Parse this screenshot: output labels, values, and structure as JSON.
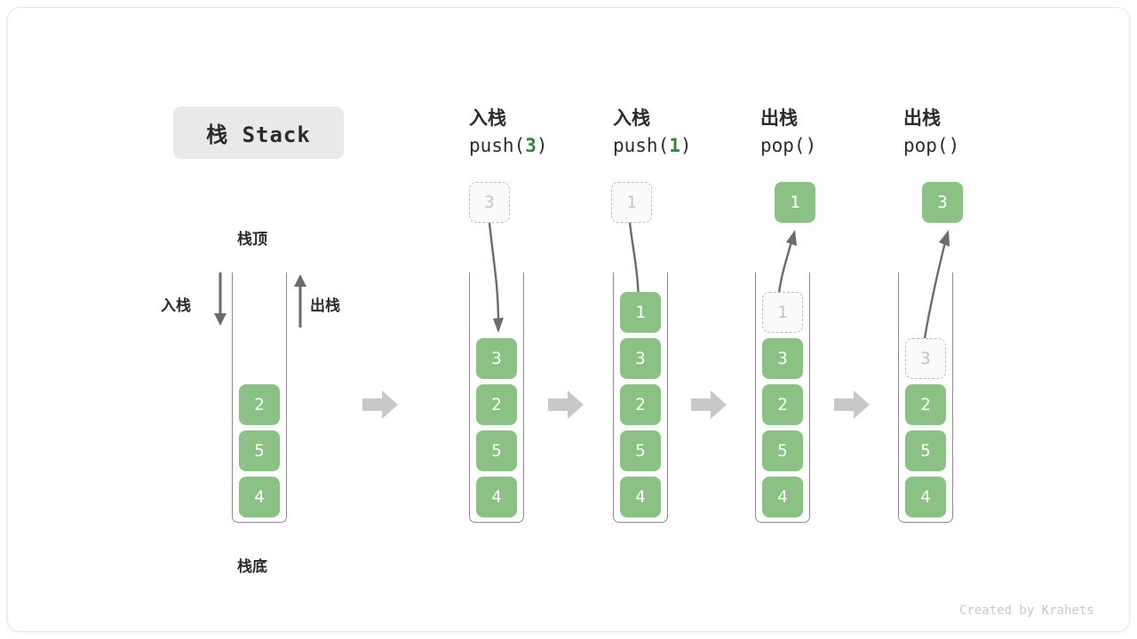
{
  "title": {
    "text": "栈 Stack"
  },
  "footer": {
    "credit": "Created by Krahets"
  },
  "colors": {
    "cell_fill": "#8cc185",
    "accent_green": "#2e8540",
    "ghost_border": "#bdbdbd",
    "wall": "#8a8a8a",
    "arrow": "#6e6a69",
    "block_arrow": "#c8c8c8",
    "badge_bg": "#e9e9e9"
  },
  "legend": {
    "top_label": "栈顶",
    "bottom_label": "栈底",
    "push_label": "入栈",
    "pop_label": "出栈"
  },
  "columns": [
    {
      "id": "initial",
      "header_cjk": "",
      "header_code": "",
      "stack": [
        "2",
        "5",
        "4"
      ],
      "ghost_top": null,
      "external": null
    },
    {
      "id": "push-3",
      "header_cjk": "入栈",
      "header_code_prefix": "push(",
      "header_code_value": "3",
      "header_code_suffix": ")",
      "stack": [
        "3",
        "2",
        "5",
        "4"
      ],
      "external": {
        "value": "3",
        "style": "ghost",
        "direction": "in"
      }
    },
    {
      "id": "push-1",
      "header_cjk": "入栈",
      "header_code_prefix": "push(",
      "header_code_value": "1",
      "header_code_suffix": ")",
      "stack": [
        "1",
        "3",
        "2",
        "5",
        "4"
      ],
      "external": {
        "value": "1",
        "style": "ghost",
        "direction": "in"
      }
    },
    {
      "id": "pop-1",
      "header_cjk": "出栈",
      "header_code_prefix": "pop(",
      "header_code_value": "",
      "header_code_suffix": ")",
      "stack": [
        "3",
        "2",
        "5",
        "4"
      ],
      "ghost_top": "1",
      "external": {
        "value": "1",
        "style": "solid",
        "direction": "out"
      }
    },
    {
      "id": "pop-3",
      "header_cjk": "出栈",
      "header_code_prefix": "pop(",
      "header_code_value": "",
      "header_code_suffix": ")",
      "stack": [
        "2",
        "5",
        "4"
      ],
      "ghost_top": "3",
      "external": {
        "value": "3",
        "style": "solid",
        "direction": "out"
      }
    }
  ]
}
